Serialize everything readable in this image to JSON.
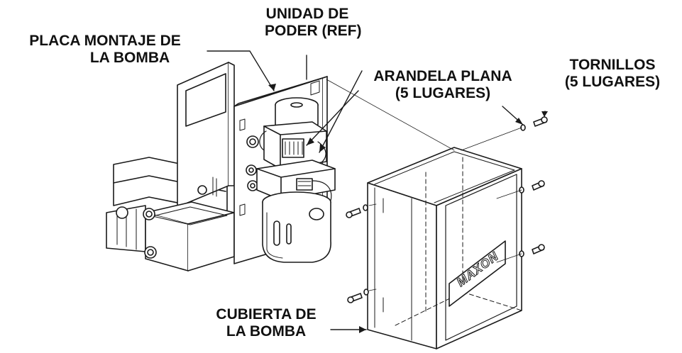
{
  "labels": {
    "power_unit": {
      "line1": "UNIDAD DE",
      "line2": "PODER (REF)"
    },
    "mount_plate": {
      "line1": "PLACA  MONTAJE DE",
      "line2": "LA BOMBA"
    },
    "screws": {
      "line1": "TORNILLOS",
      "line2": "(5 LUGARES)"
    },
    "flat_washer": {
      "line1": "ARANDELA PLANA",
      "line2": "(5 LUGARES)"
    },
    "pump_cover": {
      "line1": "CUBIERTA DE",
      "line2": "LA BOMBA"
    }
  },
  "cover_logo": "MAXON",
  "colors": {
    "line": "#1a1a1a",
    "fill": "#ffffff",
    "shade": "#d9d9d9",
    "dark": "#9a9a9a"
  }
}
